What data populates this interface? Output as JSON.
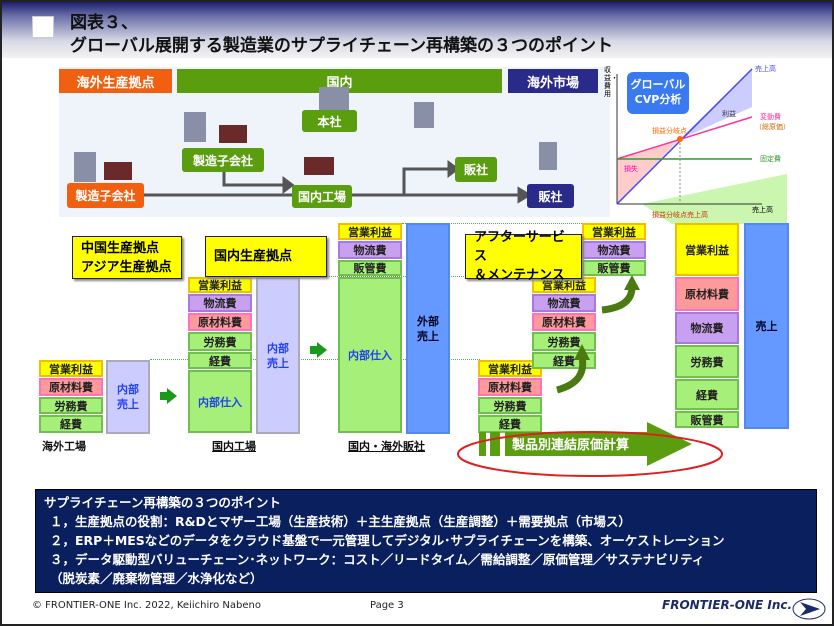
{
  "title": {
    "line1": "図表３、",
    "line2": "グローバル展開する製造業のサプライチェーン再構築の３つのポイント"
  },
  "map": {
    "headers": [
      "海外生産拠点",
      "国内",
      "海外市場"
    ],
    "nodes": {
      "honsha": "本社",
      "subsidiary_domestic": "製造子会社",
      "domestic_factory": "国内工場",
      "sales_green": "販社",
      "sales_navy": "販社",
      "subsidiary_overseas": "製造子会社"
    }
  },
  "cvp": {
    "title": "グローバル\nCVP分析",
    "y_axis": "収益・費用",
    "x_axis": "売上高",
    "sales": "売上高",
    "profit": "利益",
    "variable_cost": "変動費",
    "variable_cost_note": "（総原価）",
    "bep": "損益分岐点",
    "fixed_cost": "固定費",
    "loss": "損失",
    "bep_sales": "損益分岐点売上高",
    "colors": {
      "sales": "#4444ff",
      "variable": "#ff3399",
      "fixed": "#339933"
    }
  },
  "labels": {
    "china": "中国生産拠点\nアジア生産拠点",
    "domestic": "国内生産拠点",
    "after": "アフターサービス\n＆メンテナンス"
  },
  "columns": {
    "overseas_factory": {
      "caption": "海外工場",
      "blocks": [
        "営業利益",
        "原材料費",
        "労務費",
        "経費"
      ],
      "side": "内部\n売上"
    },
    "domestic_factory": {
      "caption": "国内工場",
      "blocks": [
        "営業利益",
        "物流費",
        "原材料費",
        "労務費",
        "経費",
        "内部仕入"
      ],
      "side": "内部\n売上"
    },
    "sales_company": {
      "caption": "国内・海外販社",
      "blocks": [
        "営業利益",
        "物流費",
        "販管費",
        "内部仕入"
      ],
      "side": "外部\n売上"
    },
    "step1": {
      "blocks": [
        "営業利益",
        "原材料費",
        "労務費",
        "経費"
      ]
    },
    "step2": {
      "blocks": [
        "営業利益",
        "物流費",
        "原材料費",
        "労務費",
        "経費"
      ]
    },
    "step3": {
      "blocks": [
        "営業利益",
        "物流費",
        "販管費"
      ]
    },
    "consolidated": {
      "blocks": [
        "営業利益",
        "原材料費",
        "物流費",
        "労務費",
        "経費",
        "販管費"
      ],
      "side": "売上"
    }
  },
  "big_arrow": "製品別連結原価計算",
  "points": {
    "heading": "サプライチェーン再構築の３つのポイント",
    "items": [
      "１，生産拠点の役割：R&Dとマザー工場（生産技術）＋主生産拠点（生産調整）＋需要拠点（市場ス）",
      "２，ERP＋MESなどのデータをクラウド基盤で一元管理してデジタル･サプライチェーンを構築、オーケストレーション",
      "３，データ駆動型バリューチェーン･ネットワーク：コスト／リードタイム／需給調整／原価管理／サステナビリティ",
      "（脱炭素／廃棄物管理／水浄化など）"
    ]
  },
  "footer": {
    "copyright": "© FRONTIER-ONE Inc. 2022, Keiichiro Nabeno",
    "page": "Page 3",
    "brand": "FRONTIER-ONE Inc."
  }
}
